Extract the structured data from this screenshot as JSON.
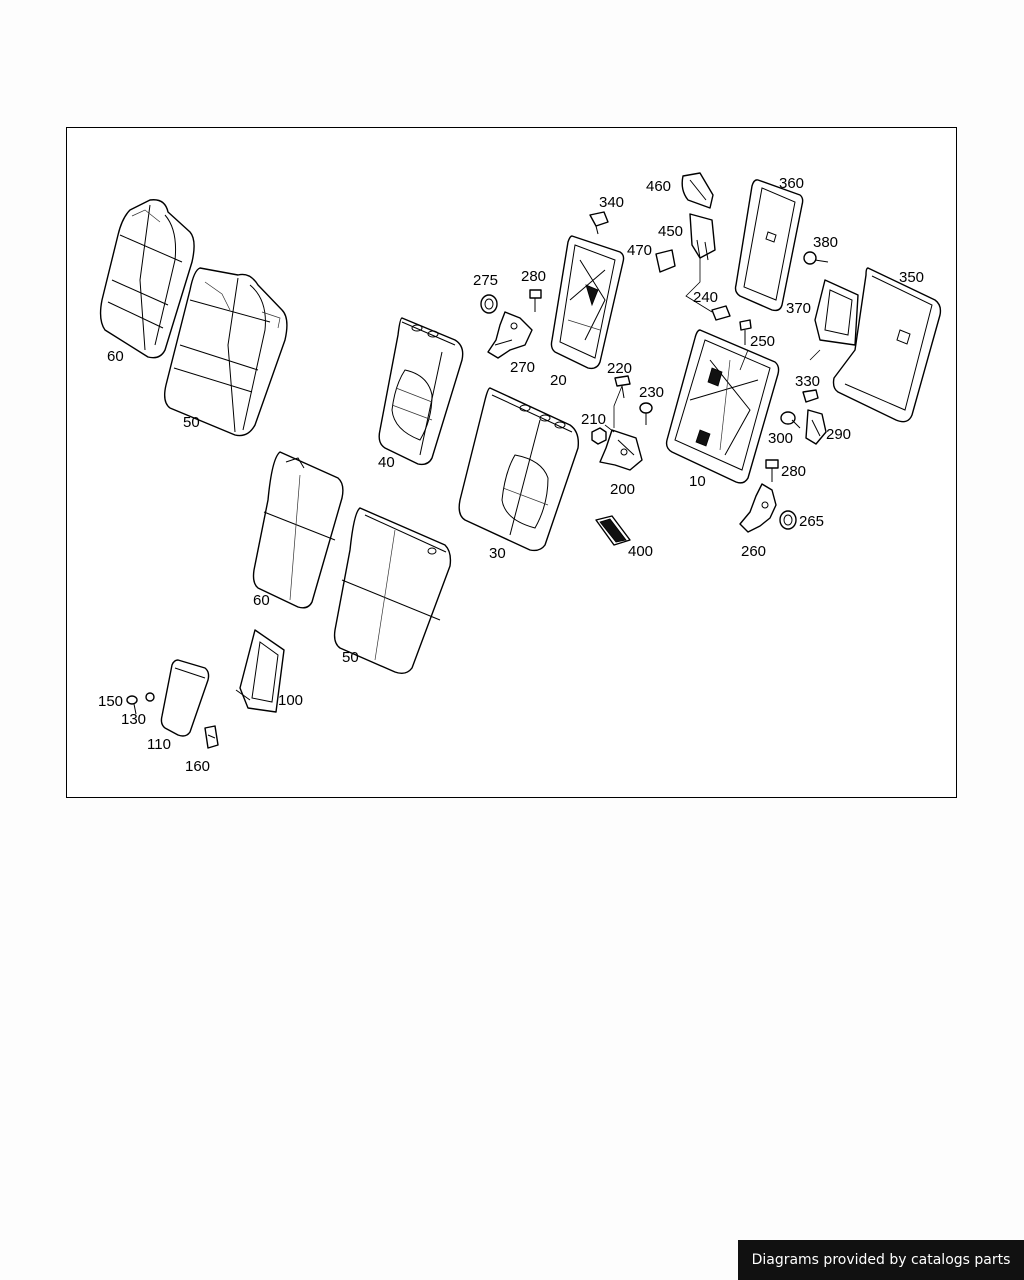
{
  "callouts": {
    "c60a": "60",
    "c50a": "50",
    "c40": "40",
    "c30": "30",
    "c275": "275",
    "c280a": "280",
    "c270": "270",
    "c20": "20",
    "c340": "340",
    "c460": "460",
    "c450": "450",
    "c470": "470",
    "c360": "360",
    "c380": "380",
    "c350": "350",
    "c370": "370",
    "c240": "240",
    "c250": "250",
    "c220": "220",
    "c230": "230",
    "c210": "210",
    "c200": "200",
    "c10": "10",
    "c330": "330",
    "c300": "300",
    "c290": "290",
    "c280b": "280",
    "c265": "265",
    "c260": "260",
    "c400": "400",
    "c60b": "60",
    "c50b": "50",
    "c100": "100",
    "c150": "150",
    "c130": "130",
    "c110": "110",
    "c160": "160"
  },
  "footer": {
    "credit": "Diagrams provided by catalogs parts"
  }
}
